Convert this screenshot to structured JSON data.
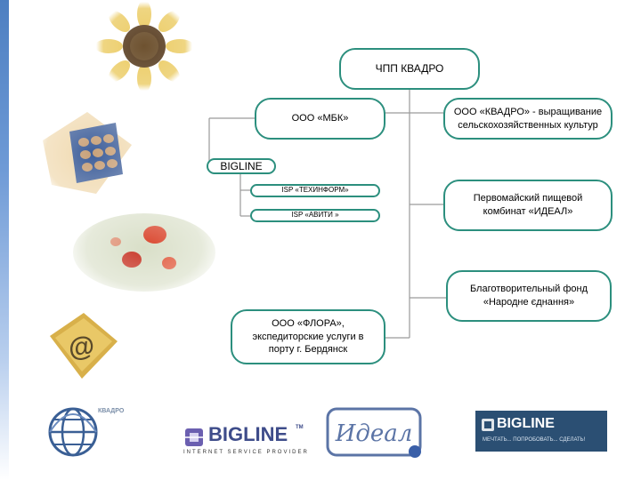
{
  "nodes": {
    "root": "ЧПП КВАДРО",
    "mbk": "ООО «МБК»",
    "kvadro_crops": "ООО «КВАДРО» - выращивание сельскохозяйственных культур",
    "bigline": "BIGLINE",
    "isp_tekhinform": "ISP «ТЕХИНФОРМ»",
    "isp_aviti": "ISP «АВИТИ »",
    "ideal": "Первомайский пищевой комбинат «ИДЕАЛ»",
    "fund": "Благотворительный фонд «Народне єднання»",
    "flora": "ООО «ФЛОРА», экспедиторские услуги в порту г. Бердянск"
  },
  "logos": {
    "kvadro_letters": "КВАДРО",
    "bigline_main": "BIGLINE",
    "bigline_tm": "TM",
    "bigline_tagline": "INTERNET SERVICE PROVIDER",
    "ideal_script": "Идеал",
    "bigline_alt": "BIGLINE",
    "bigline_alt_tagline": "МЕЧТАТЬ... ПОПРОБОВАТЬ... СДЕЛАТЬ!"
  },
  "colors": {
    "node_border": "#2c8f7e",
    "connector": "#9a9a9a",
    "bigline_brand": "#3e4c8a",
    "bigline_alt_bg": "#2b4f73"
  },
  "icons": {
    "sunflower": "sunflower-photo",
    "potatoes": "potatoes-photo",
    "poppies": "poppy-field-photo",
    "at_sign": "email-at-icon"
  }
}
